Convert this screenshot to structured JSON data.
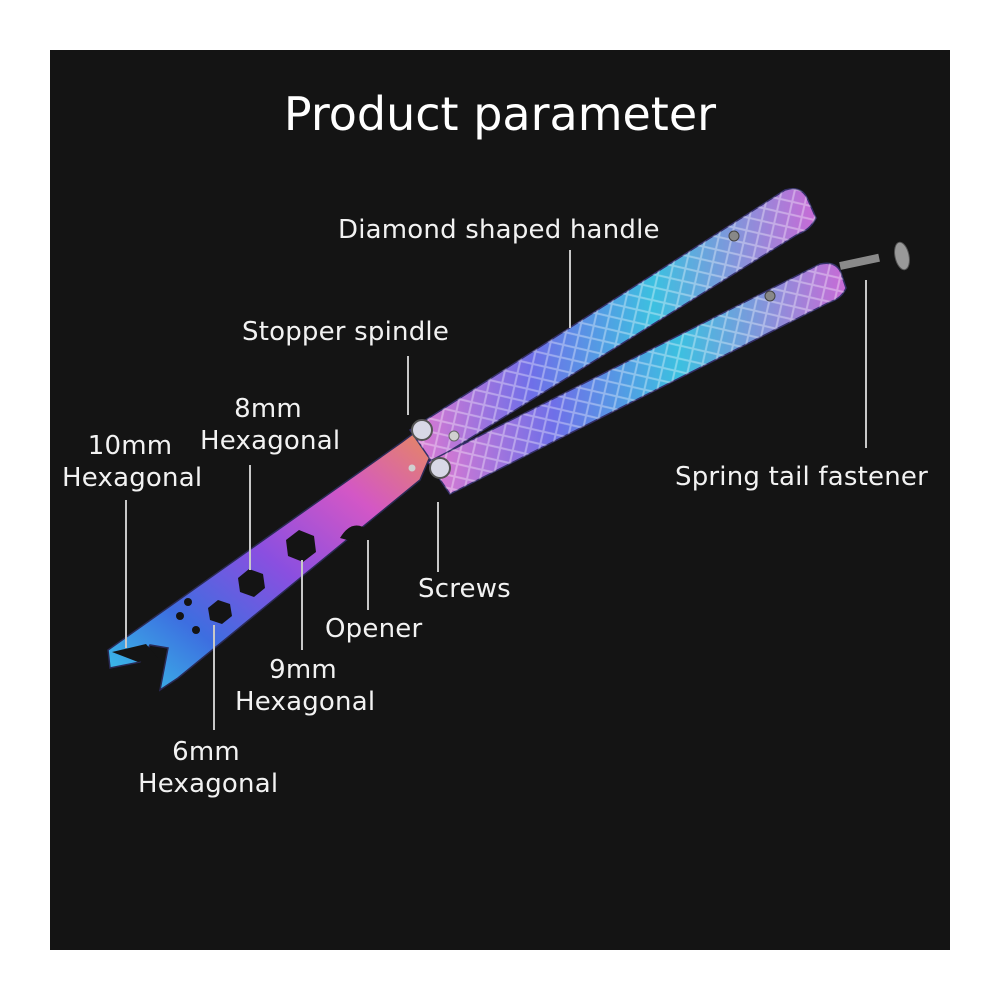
{
  "title": "Product parameter",
  "colors": {
    "background": "#141414",
    "label_text": "#f2f2f2",
    "callout_line": "#c8c8c8",
    "gradient": [
      "#39c7e8",
      "#3d6ee0",
      "#8a4fe0",
      "#d357c6",
      "#e78a5c"
    ]
  },
  "labels": {
    "handle": "Diamond shaped handle",
    "stopper": "Stopper spindle",
    "hex8_size": "8mm",
    "hex8_type": "Hexagonal",
    "hex10_size": "10mm",
    "hex10_type": "Hexagonal",
    "spring": "Spring tail fastener",
    "screws": "Screws",
    "opener": "Opener",
    "hex9_size": "9mm",
    "hex9_type": "Hexagonal",
    "hex6_size": "6mm",
    "hex6_type": "Hexagonal"
  }
}
